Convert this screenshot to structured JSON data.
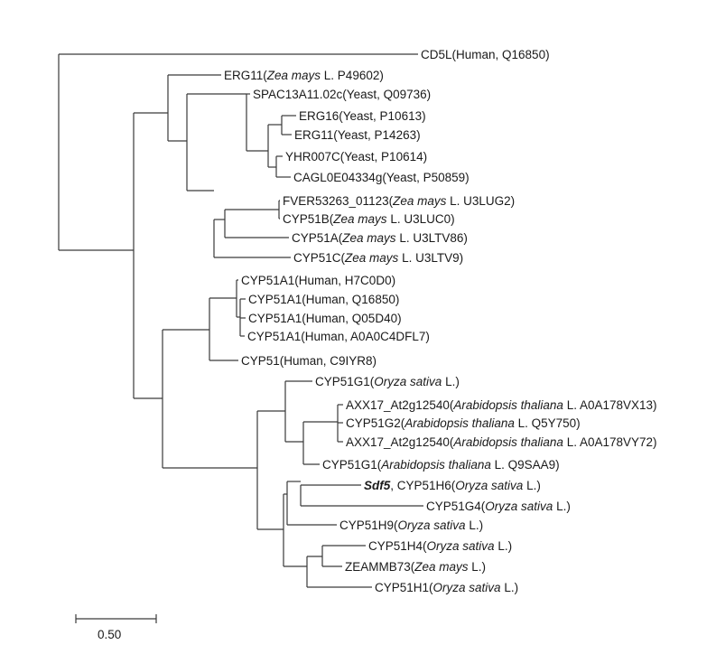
{
  "leaves": [
    {
      "id": "cd5l",
      "parts": [
        {
          "t": "CD5L(Human, Q16850)"
        }
      ]
    },
    {
      "id": "erg11-zea",
      "parts": [
        {
          "t": "ERG11("
        },
        {
          "t": "Zea mays",
          "s": "it"
        },
        {
          "t": " L. P49602)"
        }
      ]
    },
    {
      "id": "spac13a11",
      "parts": [
        {
          "t": "SPAC13A11.02c(Yeast, Q09736)"
        }
      ]
    },
    {
      "id": "erg16-yeast",
      "parts": [
        {
          "t": "ERG16(Yeast, P10613)"
        }
      ]
    },
    {
      "id": "erg11-yeast",
      "parts": [
        {
          "t": "ERG11(Yeast, P14263)"
        }
      ]
    },
    {
      "id": "yhr007c",
      "parts": [
        {
          "t": "YHR007C(Yeast, P10614)"
        }
      ]
    },
    {
      "id": "cagl0e04334g",
      "parts": [
        {
          "t": "CAGL0E04334g(Yeast, P50859)"
        }
      ]
    },
    {
      "id": "fver53263",
      "parts": [
        {
          "t": "FVER53263_01123("
        },
        {
          "t": "Zea mays",
          "s": "it"
        },
        {
          "t": " L. U3LUG2)"
        }
      ]
    },
    {
      "id": "cyp51b-zea",
      "parts": [
        {
          "t": "CYP51B("
        },
        {
          "t": "Zea mays",
          "s": "it"
        },
        {
          "t": " L. U3LUC0)"
        }
      ]
    },
    {
      "id": "cyp51a-zea",
      "parts": [
        {
          "t": "CYP51A("
        },
        {
          "t": "Zea mays",
          "s": "it"
        },
        {
          "t": " L. U3LTV86)"
        }
      ]
    },
    {
      "id": "cyp51c-zea",
      "parts": [
        {
          "t": "CYP51C("
        },
        {
          "t": "Zea mays",
          "s": "it"
        },
        {
          "t": " L. U3LTV9)"
        }
      ]
    },
    {
      "id": "cyp51a1-h7c0d0",
      "parts": [
        {
          "t": "CYP51A1(Human, H7C0D0)"
        }
      ]
    },
    {
      "id": "cyp51a1-q16850",
      "parts": [
        {
          "t": "CYP51A1(Human, Q16850)"
        }
      ]
    },
    {
      "id": "cyp51a1-q05d40",
      "parts": [
        {
          "t": "CYP51A1(Human, Q05D40)"
        }
      ]
    },
    {
      "id": "cyp51a1-a0a0c4",
      "parts": [
        {
          "t": "CYP51A1(Human, A0A0C4DFL7)"
        }
      ]
    },
    {
      "id": "cyp51-human",
      "parts": [
        {
          "t": "CYP51(Human, C9IYR8)"
        }
      ]
    },
    {
      "id": "cyp51g1-oryza",
      "parts": [
        {
          "t": "CYP51G1("
        },
        {
          "t": "Oryza sativa",
          "s": "it"
        },
        {
          "t": " L.)"
        }
      ]
    },
    {
      "id": "axx17-vx13",
      "parts": [
        {
          "t": "AXX17_At2g12540("
        },
        {
          "t": "Arabidopsis thaliana",
          "s": "it"
        },
        {
          "t": " L. A0A178VX13)"
        }
      ]
    },
    {
      "id": "cyp51g2-arab",
      "parts": [
        {
          "t": "CYP51G2("
        },
        {
          "t": "Arabidopsis thaliana",
          "s": "it"
        },
        {
          "t": " L. Q5Y750)"
        }
      ]
    },
    {
      "id": "axx17-vy72",
      "parts": [
        {
          "t": "AXX17_At2g12540("
        },
        {
          "t": "Arabidopsis thaliana",
          "s": "it"
        },
        {
          "t": " L. A0A178VY72)"
        }
      ]
    },
    {
      "id": "cyp51g1-arab",
      "parts": [
        {
          "t": "CYP51G1("
        },
        {
          "t": "Arabidopsis thaliana",
          "s": "it"
        },
        {
          "t": " L. Q9SAA9)"
        }
      ]
    },
    {
      "id": "sdf5",
      "parts": [
        {
          "t": "Sdf5",
          "s": "bd"
        },
        {
          "t": ", CYP51H6("
        },
        {
          "t": "Oryza sativa",
          "s": "it"
        },
        {
          "t": " L.)"
        }
      ]
    },
    {
      "id": "cyp51g4-oryza",
      "parts": [
        {
          "t": "CYP51G4("
        },
        {
          "t": "Oryza sativa",
          "s": "it"
        },
        {
          "t": " L.)"
        }
      ]
    },
    {
      "id": "cyp51h9-oryza",
      "parts": [
        {
          "t": "CYP51H9("
        },
        {
          "t": "Oryza sativa",
          "s": "it"
        },
        {
          "t": " L.)"
        }
      ]
    },
    {
      "id": "cyp51h4-oryza",
      "parts": [
        {
          "t": "CYP51H4("
        },
        {
          "t": "Oryza sativa",
          "s": "it"
        },
        {
          "t": " L.)"
        }
      ]
    },
    {
      "id": "zeammb73",
      "parts": [
        {
          "t": "ZEAMMB73("
        },
        {
          "t": "Zea mays",
          "s": "it"
        },
        {
          "t": " L.)"
        }
      ]
    },
    {
      "id": "cyp51h1-oryza",
      "parts": [
        {
          "t": "CYP51H1("
        },
        {
          "t": "Oryza sativa",
          "s": "it"
        },
        {
          "t": " L.)"
        }
      ]
    }
  ],
  "scale_bar": {
    "label": "0.50",
    "length": 0.5
  }
}
